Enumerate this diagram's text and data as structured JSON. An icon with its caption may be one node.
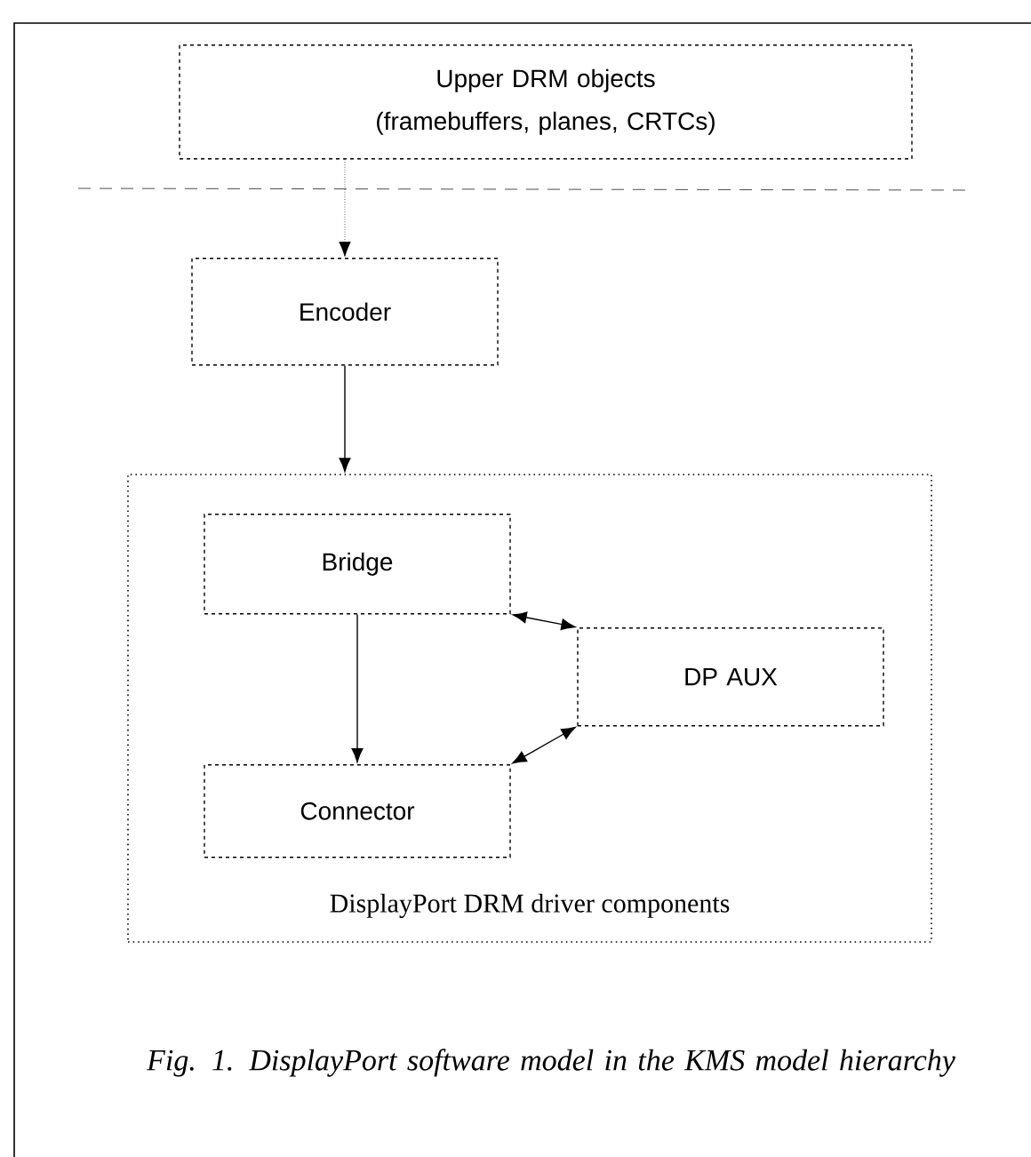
{
  "diagram": {
    "caption": "Fig. 1. DisplayPort software model in the KMS model hierarchy",
    "nodes": [
      {
        "text": [
          "Upper DRM objects (framebuffers, planes, CRTCs)"
        ]
      },
      {
        "text": [
          "Encoder"
        ]
      },
      {
        "text": [
          "DisplayPort DRM driver components"
        ]
      },
      {
        "text": [
          "Bridge"
        ],
        "in": 2
      },
      {
        "text": [
          "DP AUX"
        ],
        "in": 2
      },
      {
        "text": [
          "Connector"
        ],
        "in": 2
      }
    ],
    "edges": [
      {
        "from": 0,
        "to": 1,
        "arrow": "to",
        "style": "dashed"
      },
      {
        "from": 1,
        "to": 2,
        "arrow": "to"
      },
      {
        "from": 3,
        "to": 5,
        "arrow": "to"
      },
      {
        "from": 3,
        "to": 4,
        "arrow": "both"
      },
      {
        "from": 4,
        "to": 5,
        "arrow": "both"
      }
    ]
  }
}
